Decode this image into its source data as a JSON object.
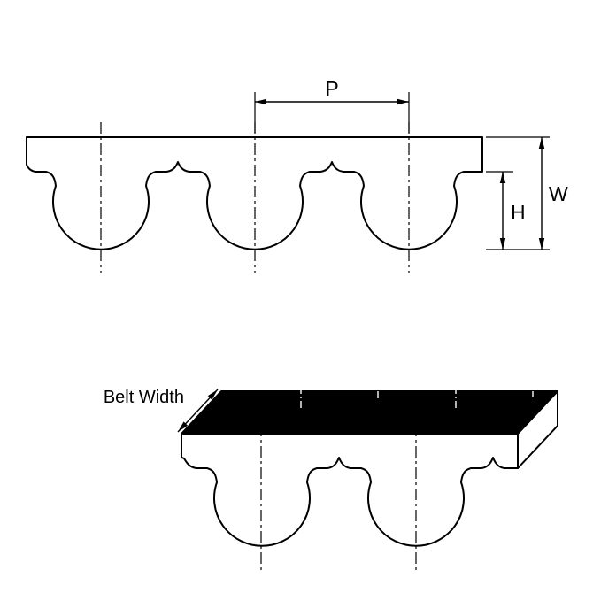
{
  "diagram": {
    "labels": {
      "pitch": "P",
      "belt_thickness": "W",
      "tooth_height": "H",
      "belt_width": "Belt Width"
    },
    "colors": {
      "line": "#000000",
      "belt_fill": "#ffffff",
      "top_face": "#000000"
    }
  }
}
